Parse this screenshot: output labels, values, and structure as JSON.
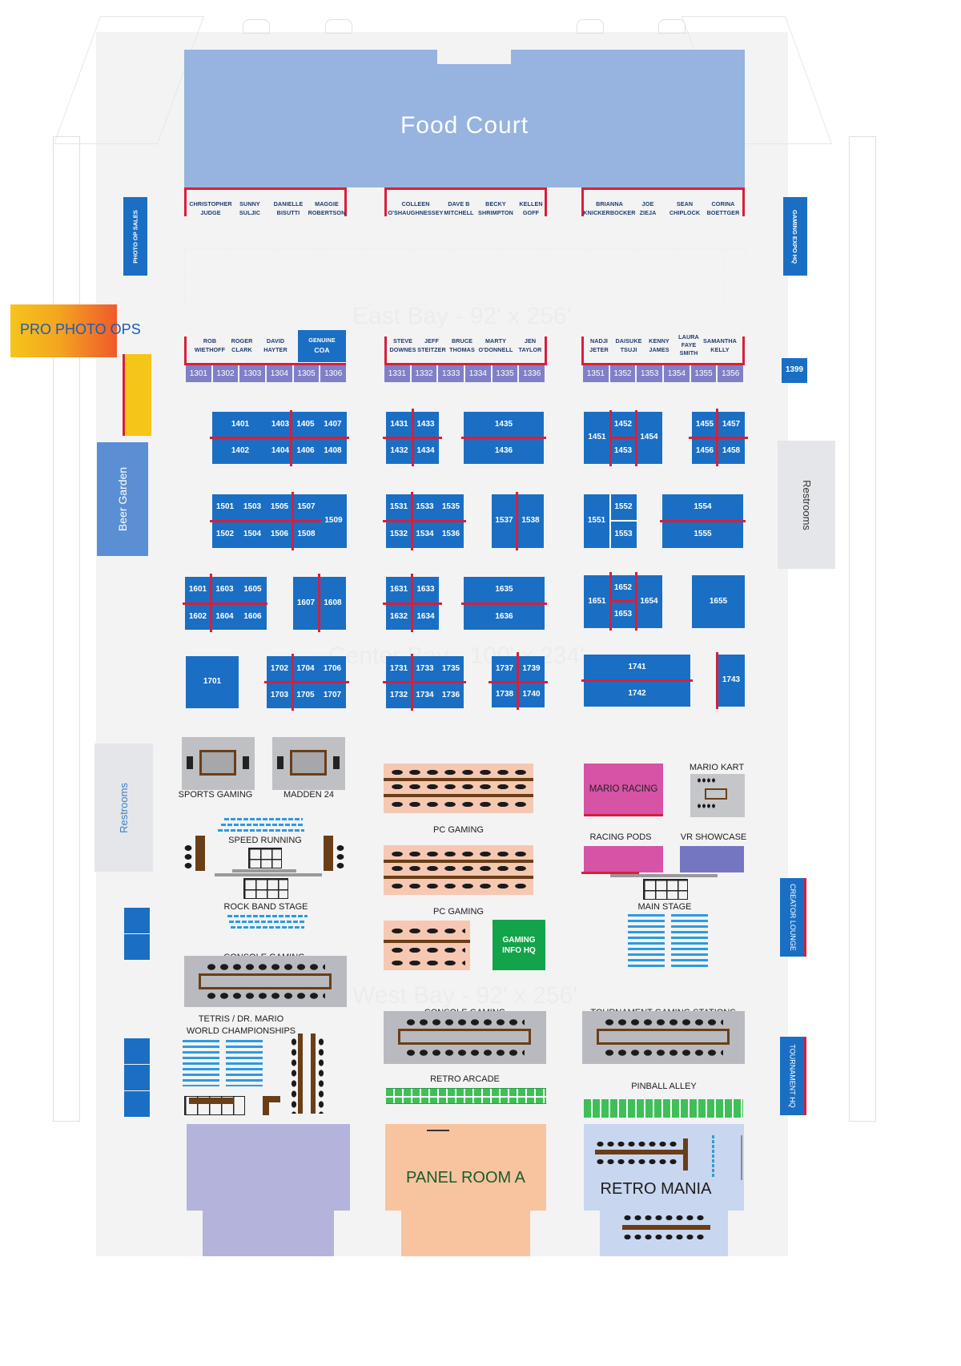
{
  "food_court": "Food Court",
  "pro_photo_ops": "PRO PHOTO OPS",
  "photo_op_sales": "PHOTO OP SALES",
  "gaming_expo_hq": "GAMING EXPO HQ",
  "beer_garden": "Beer Garden",
  "restrooms": "Restrooms",
  "east_bay": "East Bay - 92' x 256'",
  "center_bay": "Center Bay - 100' x 234'",
  "west_bay": "West Bay - 92' x 256'",
  "celebs_top": [
    [
      [
        "CHRISTOPHER",
        "JUDGE"
      ],
      [
        "SUNNY",
        "SULJIC"
      ],
      [
        "DANIELLE",
        "BISUTTI"
      ],
      [
        "MAGGIE",
        "ROBERTSON"
      ]
    ],
    [
      [
        "COLLEEN",
        "O'SHAUGHNESSEY"
      ],
      [
        "DAVE B",
        "MITCHELL"
      ],
      [
        "BECKY",
        "SHRIMPTON"
      ],
      [
        "KELLEN",
        "GOFF"
      ]
    ],
    [
      [
        "BRIANNA",
        "KNICKERBOCKER"
      ],
      [
        "JOE",
        "ZIEJA"
      ],
      [
        "SEAN",
        "CHIPLOCK"
      ],
      [
        "CORINA",
        "BOETTGER"
      ]
    ]
  ],
  "celebs_mid": [
    [
      [
        "ROB",
        "WIETHOFF"
      ],
      [
        "ROGER",
        "CLARK"
      ],
      [
        "DAVID",
        "HAYTER"
      ]
    ],
    [
      [
        "STEVE",
        "DOWNES"
      ],
      [
        "JEFF",
        "STEITZER"
      ],
      [
        "BRUCE",
        "THOMAS"
      ],
      [
        "MARTY",
        "O'DONNELL"
      ],
      [
        "JEN",
        "TAYLOR"
      ]
    ],
    [
      [
        "NADJI",
        "JETER"
      ],
      [
        "DAISUKE",
        "TSUJI"
      ],
      [
        "KENNY",
        "JAMES"
      ],
      [
        "LAURA",
        "FAYE",
        "SMITH"
      ],
      [
        "SAMANTHA",
        "KELLY"
      ]
    ]
  ],
  "genuine_coa": [
    "GENUINE",
    "COA"
  ],
  "booths_1300": {
    "a": [
      "1301",
      "1302",
      "1303",
      "1304",
      "1305",
      "1306"
    ],
    "b": [
      "1331",
      "1332",
      "1333",
      "1334",
      "1335",
      "1336"
    ],
    "c": [
      "1351",
      "1352",
      "1353",
      "1354",
      "1355",
      "1356"
    ],
    "single": "1399"
  },
  "booths": {
    "b1401": "1401",
    "b1402": "1402",
    "b1403": "1403",
    "b1404": "1404",
    "b1405": "1405",
    "b1406": "1406",
    "b1407": "1407",
    "b1408": "1408",
    "b1431": "1431",
    "b1432": "1432",
    "b1433": "1433",
    "b1434": "1434",
    "b1435": "1435",
    "b1436": "1436",
    "b1451": "1451",
    "b1452": "1452",
    "b1453": "1453",
    "b1454": "1454",
    "b1455": "1455",
    "b1456": "1456",
    "b1457": "1457",
    "b1458": "1458",
    "b1501": "1501",
    "b1502": "1502",
    "b1503": "1503",
    "b1504": "1504",
    "b1505": "1505",
    "b1506": "1506",
    "b1507": "1507",
    "b1508": "1508",
    "b1509": "1509",
    "b1531": "1531",
    "b1532": "1532",
    "b1533": "1533",
    "b1534": "1534",
    "b1535": "1535",
    "b1536": "1536",
    "b1537": "1537",
    "b1538": "1538",
    "b1551": "1551",
    "b1552": "1552",
    "b1553": "1553",
    "b1554": "1554",
    "b1555": "1555",
    "b1601": "1601",
    "b1602": "1602",
    "b1603": "1603",
    "b1604": "1604",
    "b1605": "1605",
    "b1606": "1606",
    "b1607": "1607",
    "b1608": "1608",
    "b1631": "1631",
    "b1632": "1632",
    "b1633": "1633",
    "b1634": "1634",
    "b1635": "1635",
    "b1636": "1636",
    "b1651": "1651",
    "b1652": "1652",
    "b1653": "1653",
    "b1654": "1654",
    "b1655": "1655",
    "b1701": "1701",
    "b1702": "1702",
    "b1703": "1703",
    "b1704": "1704",
    "b1705": "1705",
    "b1706": "1706",
    "b1707": "1707",
    "b1731": "1731",
    "b1732": "1732",
    "b1733": "1733",
    "b1734": "1734",
    "b1735": "1735",
    "b1736": "1736",
    "b1737": "1737",
    "b1738": "1738",
    "b1739": "1739",
    "b1740": "1740",
    "b1741": "1741",
    "b1742": "1742",
    "b1743": "1743"
  },
  "areas": {
    "sports_gaming": "SPORTS GAMING",
    "madden_24": "MADDEN 24",
    "speed_running": "SPEED RUNNING",
    "rock_band_stage": "ROCK BAND STAGE",
    "console_gaming": "CONSOLE GAMING",
    "tetris_1": "TETRIS / DR. MARIO",
    "tetris_2": "WORLD CHAMPIONSHIPS",
    "pc_gaming": "PC GAMING",
    "gaming_info_hq": "GAMING INFO HQ",
    "retro_arcade": "RETRO ARCADE",
    "mario_racing": "MARIO RACING",
    "mario_kart": "MARIO KART",
    "racing_pods": "RACING PODS",
    "vr_showcase": "VR SHOWCASE",
    "main_stage": "MAIN STAGE",
    "tournament_gaming_stations": "TOURNAMENT GAMING STATIONS",
    "pinball_alley": "PINBALL ALLEY",
    "creator_lounge": "CREATOR LOUNGE",
    "tournament_hq": "TOURNAMENT HQ",
    "panel_room_a": "PANEL ROOM A",
    "retro_mania": "RETRO MANIA"
  },
  "colors": {
    "food_court": "#97b3df",
    "booth_blue": "#1a6fc4",
    "booth_purple": "#8080c8",
    "red_line": "#d71f3c",
    "beer_garden": "#5b8fd3",
    "restrooms": "#e4e6e9",
    "mario_racing": "#d653a6",
    "vr_showcase": "#7476c2",
    "gaming_info_hq": "#13a34a",
    "pc_gaming": "#f6c8b2",
    "panel_room_a": "#f7c49f",
    "left_room": "#b4b3db",
    "retro_mania": "#c9d6ef",
    "retro_green": "#3fbf57"
  }
}
